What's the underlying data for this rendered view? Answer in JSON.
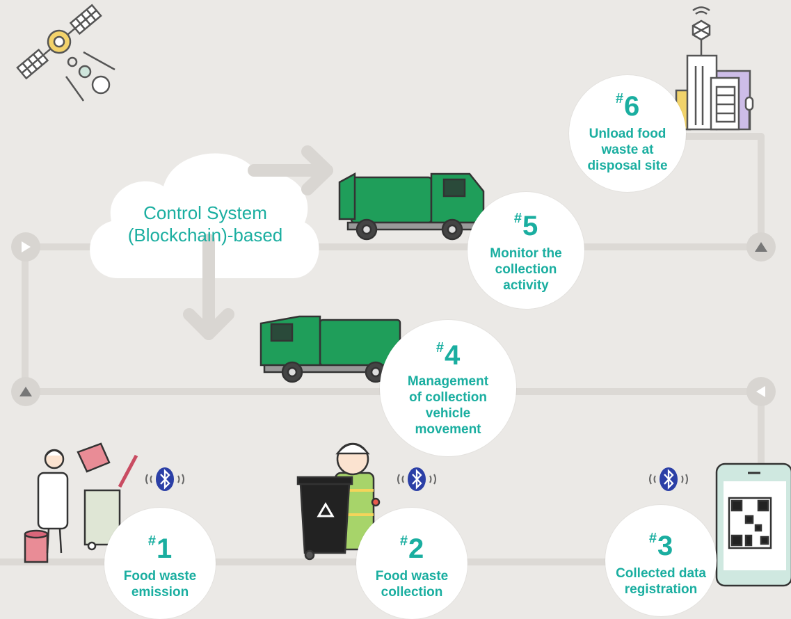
{
  "cloud": {
    "line1": "Control System",
    "line2": "(Blockchain)-based"
  },
  "steps": [
    {
      "hash": "#",
      "num": "1",
      "lines": [
        "Food waste",
        "emission"
      ]
    },
    {
      "hash": "#",
      "num": "2",
      "lines": [
        "Food waste",
        "collection"
      ]
    },
    {
      "hash": "#",
      "num": "3",
      "lines": [
        "Collected data",
        "registration"
      ]
    },
    {
      "hash": "#",
      "num": "4",
      "lines": [
        "Management",
        "of collection",
        "vehicle",
        "movement"
      ]
    },
    {
      "hash": "#",
      "num": "5",
      "lines": [
        "Monitor the",
        "collection",
        "activity"
      ]
    },
    {
      "hash": "#",
      "num": "6",
      "lines": [
        "Unload food",
        "waste at",
        "disposal site"
      ]
    }
  ],
  "colors": {
    "accent": "#1aaea0",
    "truck": "#1f9e5a",
    "background": "#ebe9e6",
    "path": "#dcd9d5",
    "bluetooth": "#2b3fa6"
  },
  "icons": [
    "satellite-icon",
    "building-icon",
    "cloud-icon",
    "truck-icon",
    "bluetooth-icon",
    "recycle-bin-icon",
    "worker-icon",
    "phone-qr-icon",
    "chef-icon"
  ]
}
